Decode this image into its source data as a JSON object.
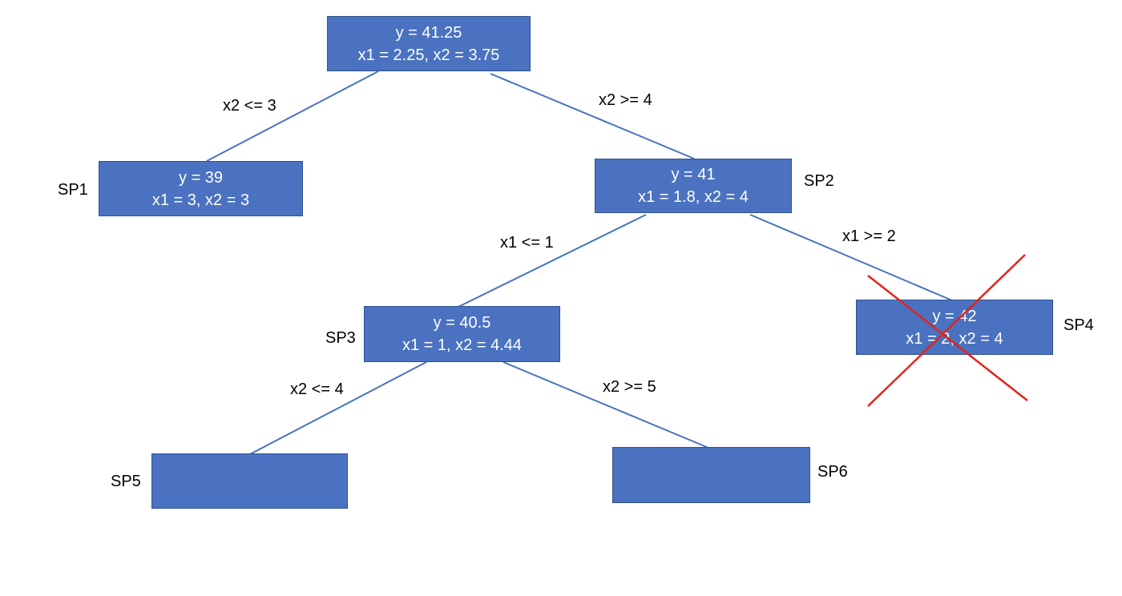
{
  "colors": {
    "node_fill": "#4a72c0",
    "node_border": "#2f528f",
    "edge": "#4a72c0",
    "cross": "#e3231b"
  },
  "nodes": {
    "root": {
      "line1": "y = 41.25",
      "line2": "x1 = 2.25, x2 = 3.75"
    },
    "sp1": {
      "name": "SP1",
      "line1": "y = 39",
      "line2": "x1 = 3, x2 = 3"
    },
    "sp2": {
      "name": "SP2",
      "line1": "y = 41",
      "line2": "x1 = 1.8, x2 = 4"
    },
    "sp3": {
      "name": "SP3",
      "line1": "y = 40.5",
      "line2": "x1 = 1, x2 = 4.44"
    },
    "sp4": {
      "name": "SP4",
      "line1": "y = 42",
      "line2": "x1 = 2, x2 = 4",
      "crossed_out": true
    },
    "sp5": {
      "name": "SP5"
    },
    "sp6": {
      "name": "SP6"
    }
  },
  "edges": {
    "root_sp1": "x2 <= 3",
    "root_sp2": "x2 >= 4",
    "sp2_sp3": "x1 <= 1",
    "sp2_sp4": "x1 >= 2",
    "sp3_sp5": "x2 <= 4",
    "sp3_sp6": "x2 >= 5"
  }
}
